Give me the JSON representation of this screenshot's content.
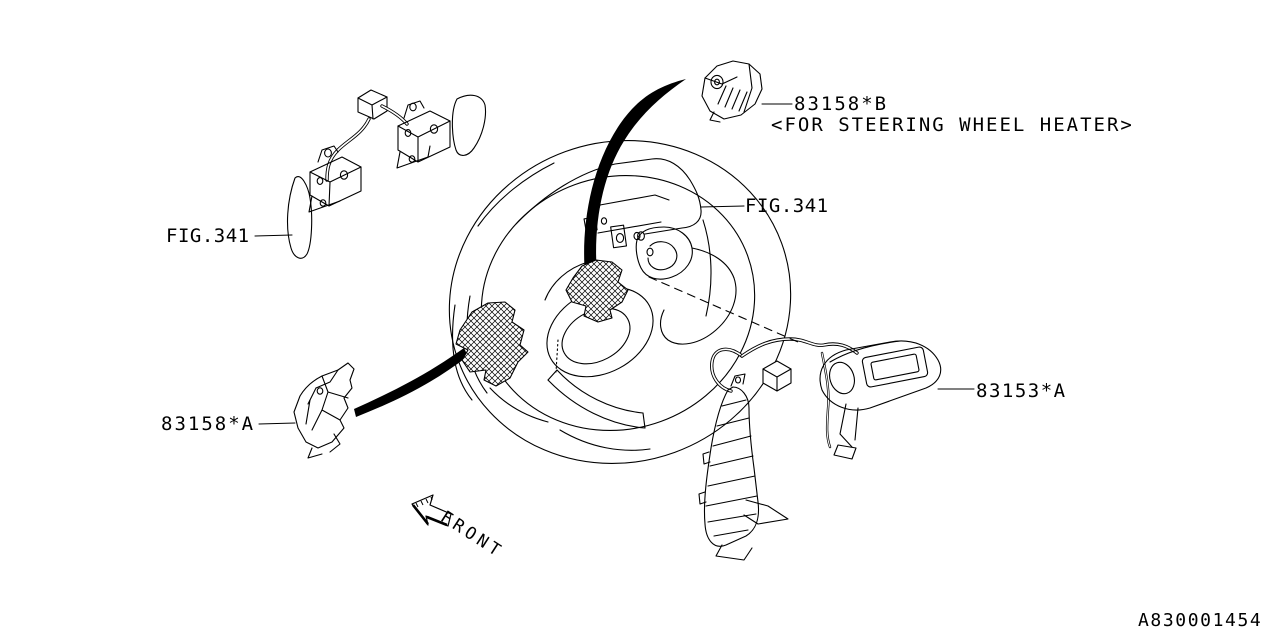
{
  "diagram": {
    "figure_references": {
      "left": "FIG.341",
      "right": "FIG.341"
    },
    "parts": {
      "heater_switch": {
        "number": "83158*B",
        "note": "<FOR STEERING WHEEL HEATER>"
      },
      "satellite_switch": {
        "number": "83153*A"
      },
      "switch_assembly_a": {
        "number": "83158*A"
      }
    },
    "annotations": {
      "front": "FRONT",
      "drawing_number": "A830001454"
    },
    "colors": {
      "line": "#000000",
      "background": "#ffffff"
    }
  }
}
